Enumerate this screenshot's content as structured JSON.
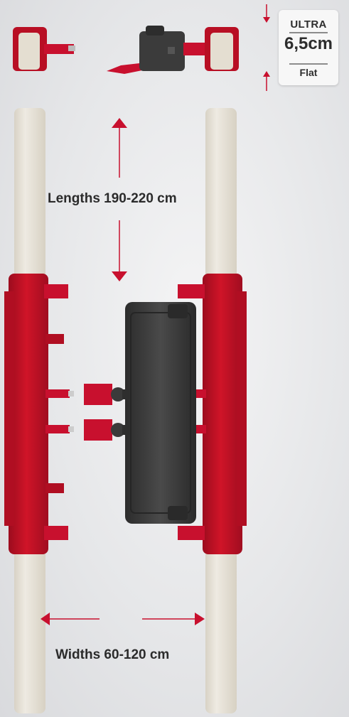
{
  "badge": {
    "line1": "ULTRA",
    "line2": "6,5cm",
    "line3": "Flat"
  },
  "labels": {
    "lengths": "Lengths 190-220 cm",
    "widths": "Widths 60-120 cm"
  },
  "colors": {
    "frame_red": "#c8102e",
    "arrow_red": "#c8102e",
    "cushion": "#e6e1d6",
    "motor_dark": "#3c3c3c",
    "background": "#e6e7e9"
  },
  "icons": {
    "length_arrow": "double-vertical-arrow",
    "width_arrow": "double-horizontal-arrow",
    "thickness_arrows": "converging-vertical-arrows"
  }
}
